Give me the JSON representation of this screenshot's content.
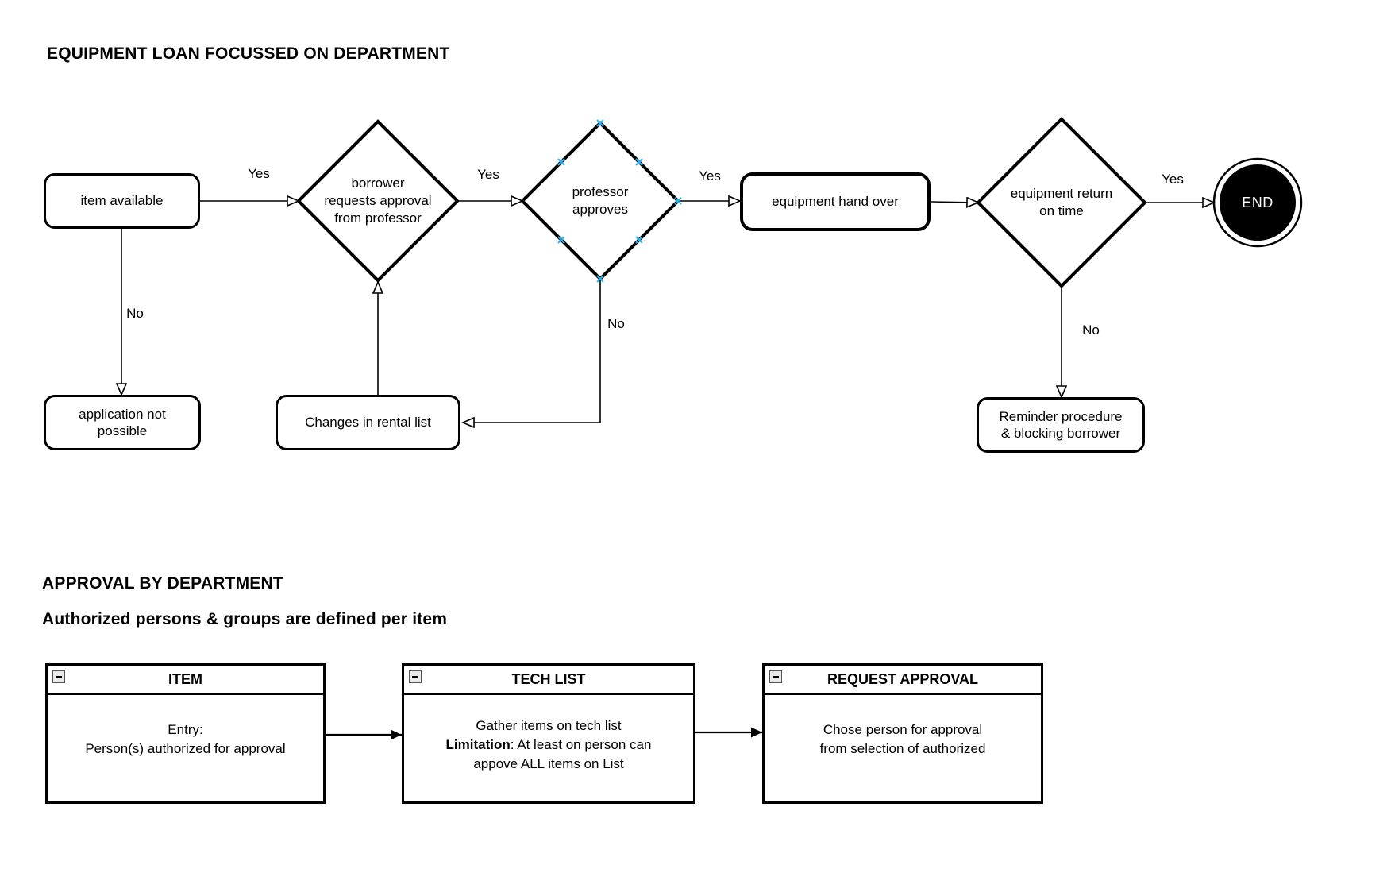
{
  "colors": {
    "ink": "#000000",
    "node_fill": "#ffffff",
    "end_fill": "#000000",
    "end_text_color": "#ffffff",
    "connection_point": "#29b6f2",
    "collapse_button_bg": "#e9e9e9"
  },
  "headings": {
    "flow_title": "EQUIPMENT LOAN FOCUSSED ON DEPARTMENT",
    "section_title": "APPROVAL BY DEPARTMENT",
    "section_subtitle": "Authorized persons & groups are defined per item"
  },
  "flow": {
    "nodes": {
      "item_available": "item available",
      "borrower_requests": "borrower\nrequests approval\nfrom professor",
      "professor_approves": "professor\napproves",
      "equipment_hand_over": "equipment hand over",
      "equipment_return": "equipment return\non time",
      "end_label": "END",
      "application_not_possible": "application not\npossible",
      "changes_rental_list": "Changes in rental list",
      "reminder_procedure": "Reminder procedure\n& blocking borrower"
    },
    "edge_labels": {
      "yes_item_to_borrower": "Yes",
      "yes_borrower_to_professor": "Yes",
      "yes_professor_to_handover": "Yes",
      "yes_return_to_end": "Yes",
      "no_item": "No",
      "no_professor": "No",
      "no_return": "No"
    }
  },
  "approval_tables": {
    "item": {
      "title": "ITEM",
      "line1": "Entry:",
      "line2": "Person(s) authorized for approval"
    },
    "tech_list": {
      "title": "TECH LIST",
      "line1": "Gather items on tech list",
      "line2_bold": "Limitation",
      "line2_rest": ": At least on person can",
      "line3": "appove ALL items on List"
    },
    "request_approval": {
      "title": "REQUEST APPROVAL",
      "line1": "Chose person for approval",
      "line2": "from selection of authorized"
    }
  }
}
